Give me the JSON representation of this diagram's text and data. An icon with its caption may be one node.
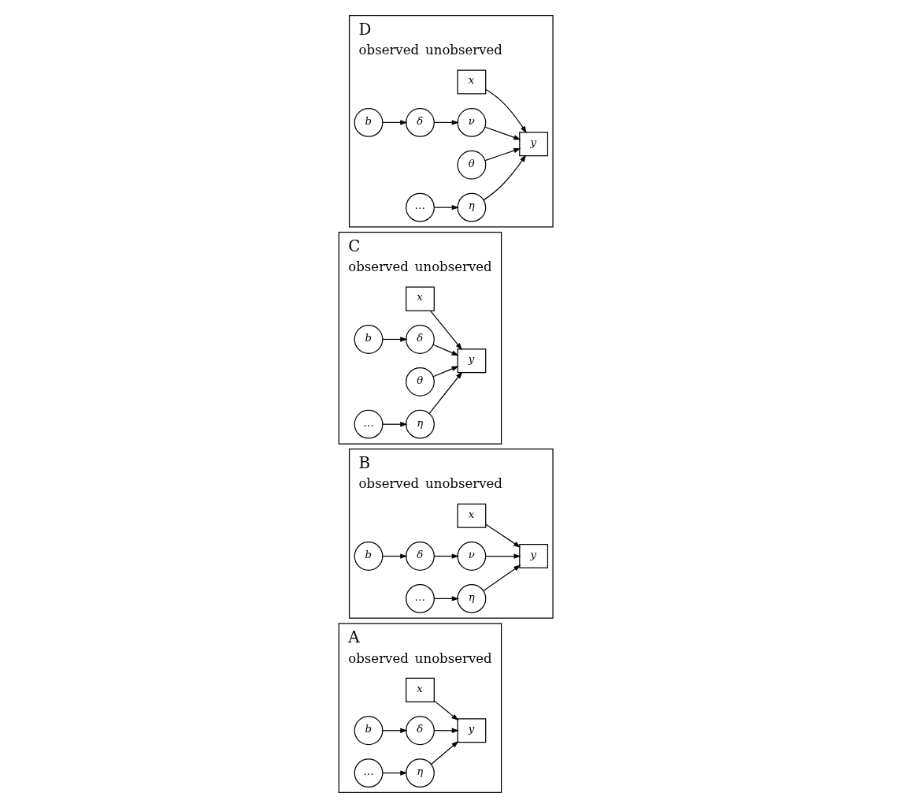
{
  "diagram": {
    "nodes": [
      {
        "text": [
          "A",
          "observed",
          "unobserved"
        ]
      },
      {
        "text": [
          "x"
        ],
        "in": 0
      },
      {
        "text": [
          "y"
        ],
        "in": 0
      },
      {
        "text": [
          "δ"
        ],
        "in": 0
      },
      {
        "text": [
          "b"
        ],
        "in": 0
      },
      {
        "text": [
          "η"
        ],
        "in": 0
      },
      {
        "text": [
          "…"
        ],
        "in": 0
      },
      {
        "text": [
          "B",
          "observed",
          "unobserved"
        ]
      },
      {
        "text": [
          "x"
        ],
        "in": 7
      },
      {
        "text": [
          "y"
        ],
        "in": 7
      },
      {
        "text": [
          "ν"
        ],
        "in": 7
      },
      {
        "text": [
          "δ"
        ],
        "in": 7
      },
      {
        "text": [
          "b"
        ],
        "in": 7
      },
      {
        "text": [
          "η"
        ],
        "in": 7
      },
      {
        "text": [
          "…"
        ],
        "in": 7
      },
      {
        "text": [
          "C",
          "observed",
          "unobserved"
        ]
      },
      {
        "text": [
          "x"
        ],
        "in": 15
      },
      {
        "text": [
          "y"
        ],
        "in": 15
      },
      {
        "text": [
          "δ"
        ],
        "in": 15
      },
      {
        "text": [
          "b"
        ],
        "in": 15
      },
      {
        "text": [
          "θ"
        ],
        "in": 15
      },
      {
        "text": [
          "η"
        ],
        "in": 15
      },
      {
        "text": [
          "…"
        ],
        "in": 15
      },
      {
        "text": [
          "D",
          "observed",
          "unobserved"
        ]
      },
      {
        "text": [
          "x"
        ],
        "in": 23
      },
      {
        "text": [
          "y"
        ],
        "in": 23
      },
      {
        "text": [
          "ν"
        ],
        "in": 23
      },
      {
        "text": [
          "δ"
        ],
        "in": 23
      },
      {
        "text": [
          "b"
        ],
        "in": 23
      },
      {
        "text": [
          "θ"
        ],
        "in": 23
      },
      {
        "text": [
          "η"
        ],
        "in": 23
      },
      {
        "text": [
          "…"
        ],
        "in": 23
      }
    ],
    "edges": [
      {
        "from": 1,
        "to": 2,
        "arrow": "to"
      },
      {
        "from": 3,
        "to": 2,
        "arrow": "to"
      },
      {
        "from": 5,
        "to": 2,
        "arrow": "to"
      },
      {
        "from": 4,
        "to": 3,
        "arrow": "to"
      },
      {
        "from": 6,
        "to": 5,
        "arrow": "to"
      },
      {
        "from": 8,
        "to": 9,
        "arrow": "to"
      },
      {
        "from": 10,
        "to": 9,
        "arrow": "to"
      },
      {
        "from": 13,
        "to": 9,
        "arrow": "to"
      },
      {
        "from": 11,
        "to": 10,
        "arrow": "to"
      },
      {
        "from": 12,
        "to": 11,
        "arrow": "to"
      },
      {
        "from": 14,
        "to": 13,
        "arrow": "to"
      },
      {
        "from": 16,
        "to": 17,
        "arrow": "to"
      },
      {
        "from": 18,
        "to": 17,
        "arrow": "to"
      },
      {
        "from": 20,
        "to": 17,
        "arrow": "to"
      },
      {
        "from": 21,
        "to": 17,
        "arrow": "to"
      },
      {
        "from": 19,
        "to": 18,
        "arrow": "to"
      },
      {
        "from": 22,
        "to": 21,
        "arrow": "to"
      },
      {
        "from": 24,
        "to": 25,
        "arrow": "to"
      },
      {
        "from": 26,
        "to": 25,
        "arrow": "to"
      },
      {
        "from": 29,
        "to": 25,
        "arrow": "to"
      },
      {
        "from": 30,
        "to": 25,
        "arrow": "to"
      },
      {
        "from": 27,
        "to": 26,
        "arrow": "to"
      },
      {
        "from": 28,
        "to": 27,
        "arrow": "to"
      },
      {
        "from": 31,
        "to": 30,
        "arrow": "to"
      }
    ]
  }
}
